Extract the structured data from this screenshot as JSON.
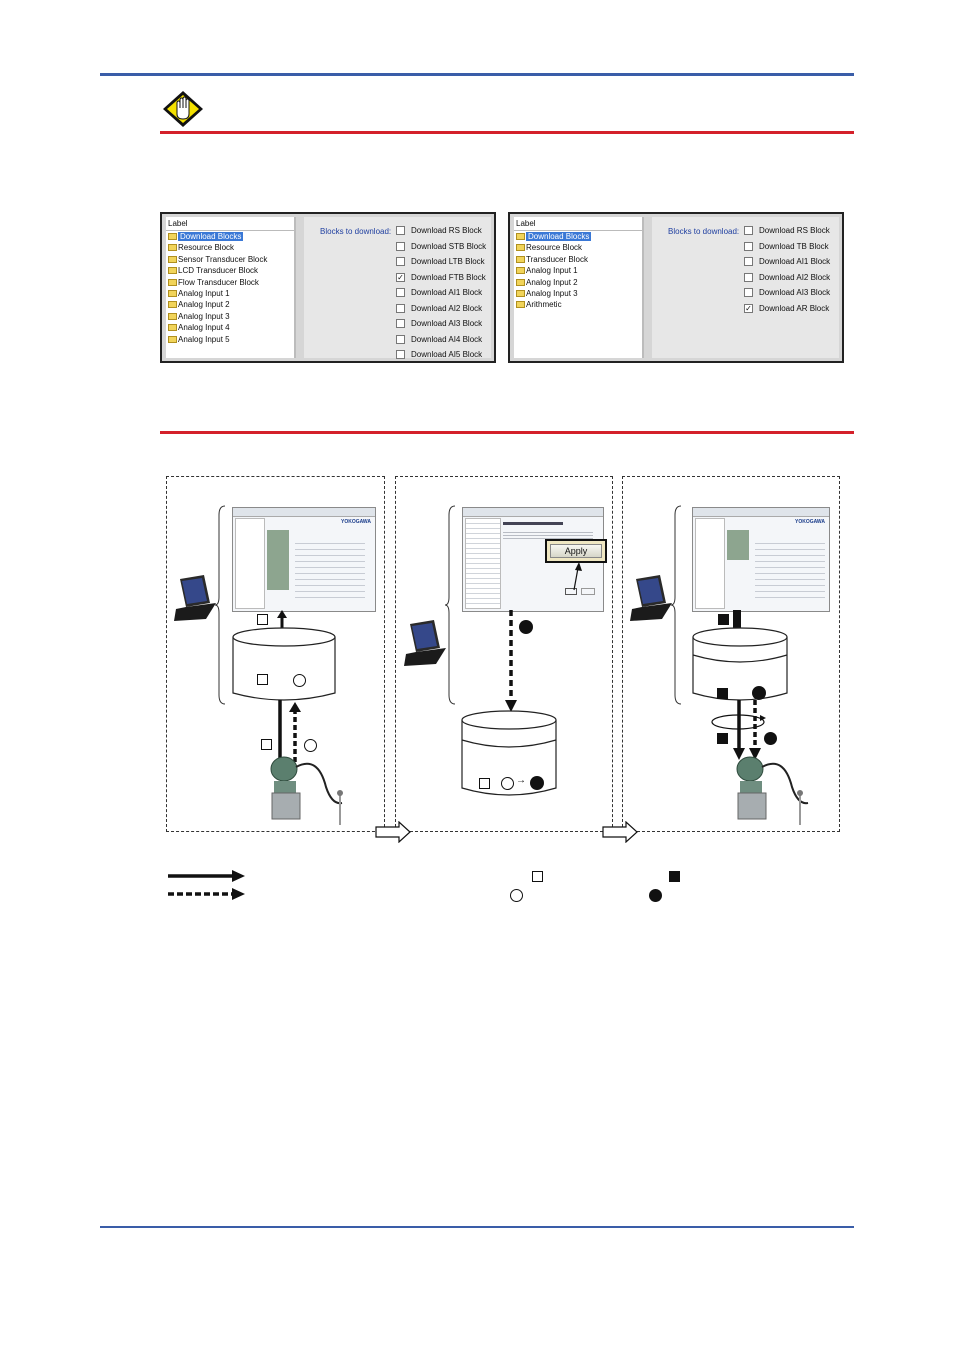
{
  "panels": [
    {
      "tree_header": "Label",
      "tree_items": [
        "Download Blocks",
        "Resource Block",
        "Sensor Transducer Block",
        "LCD Transducer Block",
        "Flow Transducer Block",
        "Analog Input 1",
        "Analog Input 2",
        "Analog Input 3",
        "Analog Input 4",
        "Analog Input 5"
      ],
      "selected_index": 0,
      "blocks_label": "Blocks to download:",
      "options": [
        {
          "label": "Download RS Block",
          "checked": false
        },
        {
          "label": "Download STB Block",
          "checked": false
        },
        {
          "label": "Download LTB Block",
          "checked": false
        },
        {
          "label": "Download FTB Block",
          "checked": true
        },
        {
          "label": "Download AI1 Block",
          "checked": false
        },
        {
          "label": "Download AI2 Block",
          "checked": false
        },
        {
          "label": "Download AI3 Block",
          "checked": false
        },
        {
          "label": "Download AI4 Block",
          "checked": false
        },
        {
          "label": "Download AI5 Block",
          "checked": false
        }
      ]
    },
    {
      "tree_header": "Label",
      "tree_items": [
        "Download Blocks",
        "Resource Block",
        "Transducer Block",
        "Analog Input 1",
        "Analog Input 2",
        "Analog Input 3",
        "Arithmetic"
      ],
      "selected_index": 0,
      "blocks_label": "Blocks to download:",
      "options": [
        {
          "label": "Download RS Block",
          "checked": false
        },
        {
          "label": "Download TB Block",
          "checked": false
        },
        {
          "label": "Download AI1 Block",
          "checked": false
        },
        {
          "label": "Download AI2 Block",
          "checked": false
        },
        {
          "label": "Download AI3 Block",
          "checked": false
        },
        {
          "label": "Download AR Block",
          "checked": true
        }
      ]
    }
  ],
  "diagram": {
    "apply_button": "Apply",
    "screen_brand": "YOKOGAWA",
    "arrow_symbol": "→"
  },
  "colors": {
    "rule_blue": "#3a5da8",
    "rule_red": "#d4202a",
    "caution_yellow": "#f4e100"
  },
  "icons": [
    "caution-hand-icon",
    "laptop-icon",
    "transmitter-icon",
    "cylinder-icon",
    "square-marker-icon",
    "circle-marker-icon"
  ]
}
